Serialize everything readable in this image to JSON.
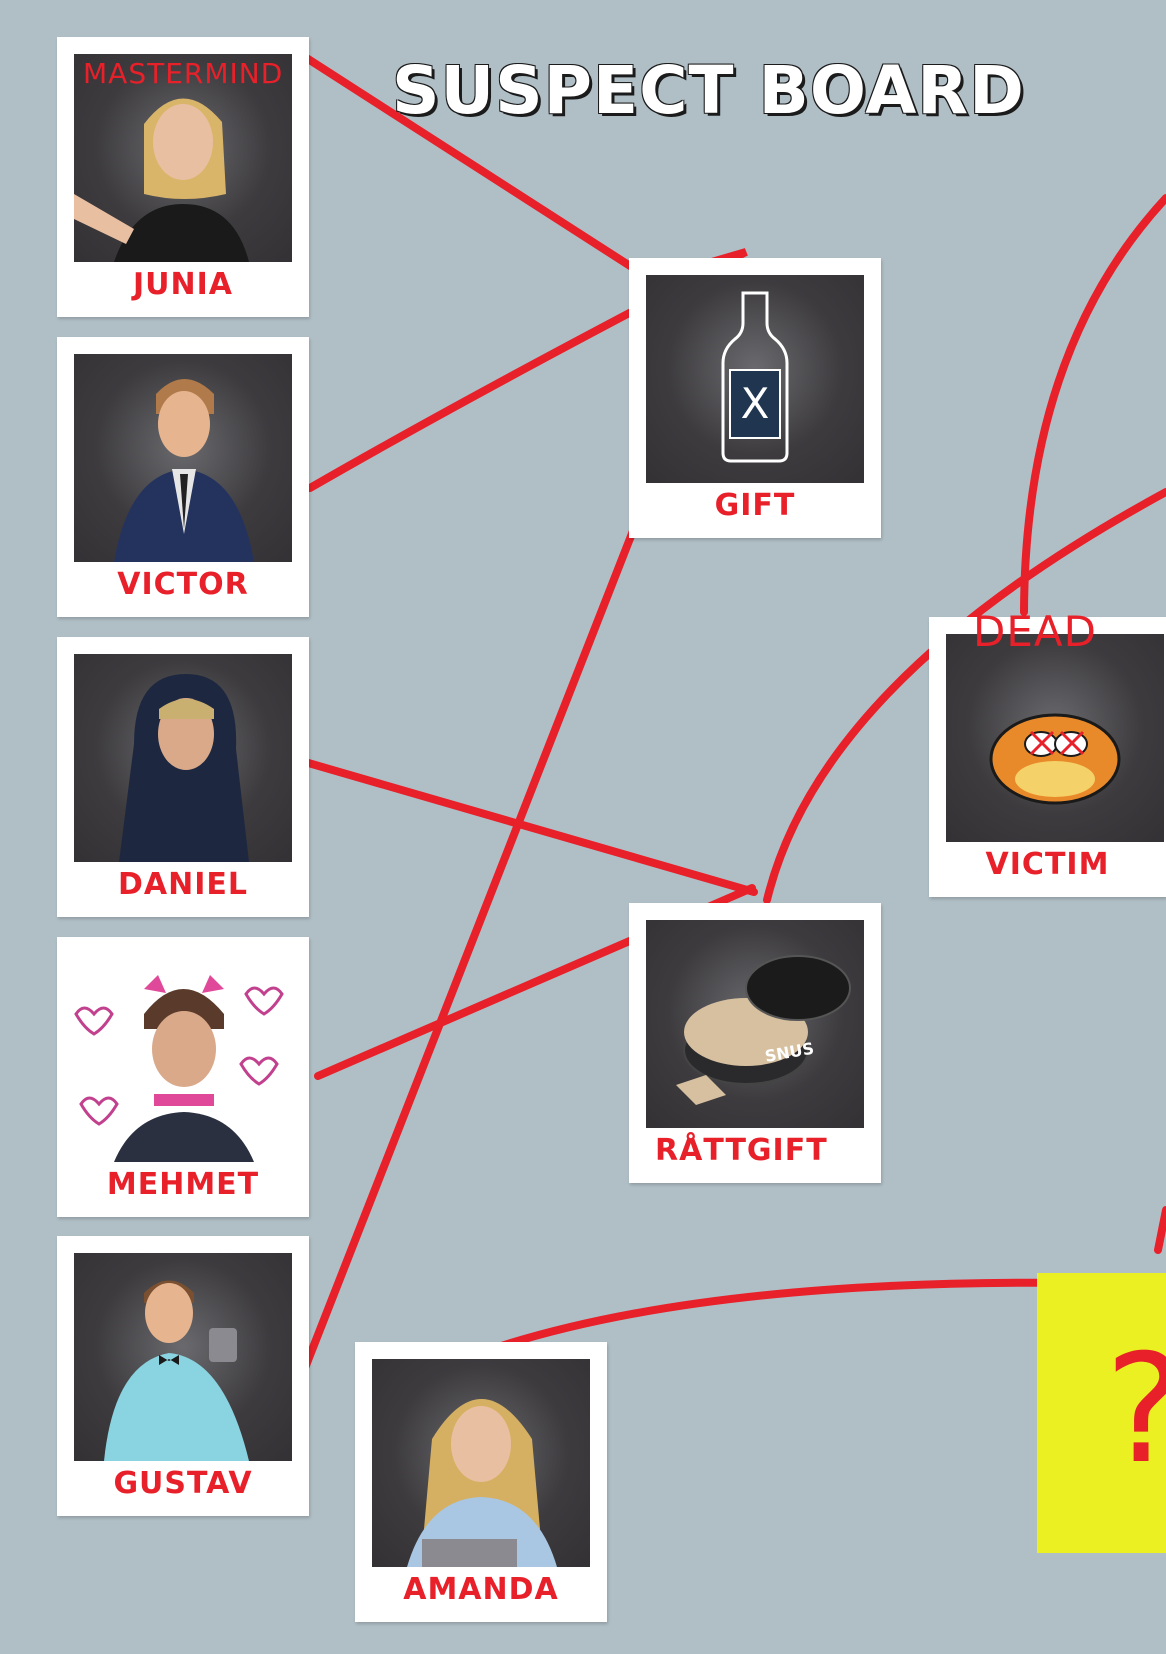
{
  "board": {
    "title": "SUSPECT BOARD",
    "string_color": "#e8202a",
    "background_color": "#b0bfc6"
  },
  "suspects": [
    {
      "name": "JUNIA",
      "tag": "MASTERMIND"
    },
    {
      "name": "VICTOR"
    },
    {
      "name": "DANIEL"
    },
    {
      "name": "MEHMET"
    },
    {
      "name": "GUSTAV"
    },
    {
      "name": "AMANDA"
    }
  ],
  "evidence": [
    {
      "name": "GIFT",
      "icon": "bottle-icon",
      "bottle_mark": "X"
    },
    {
      "name": "RÅTTGIFT",
      "icon": "snus-tin-icon",
      "tin_text": "SNUS"
    }
  ],
  "victim": {
    "name": "VICTIM",
    "tag": "DEAD",
    "icon": "garfield-icon"
  },
  "mystery_note": {
    "text": "?",
    "color": "#eaf021"
  }
}
